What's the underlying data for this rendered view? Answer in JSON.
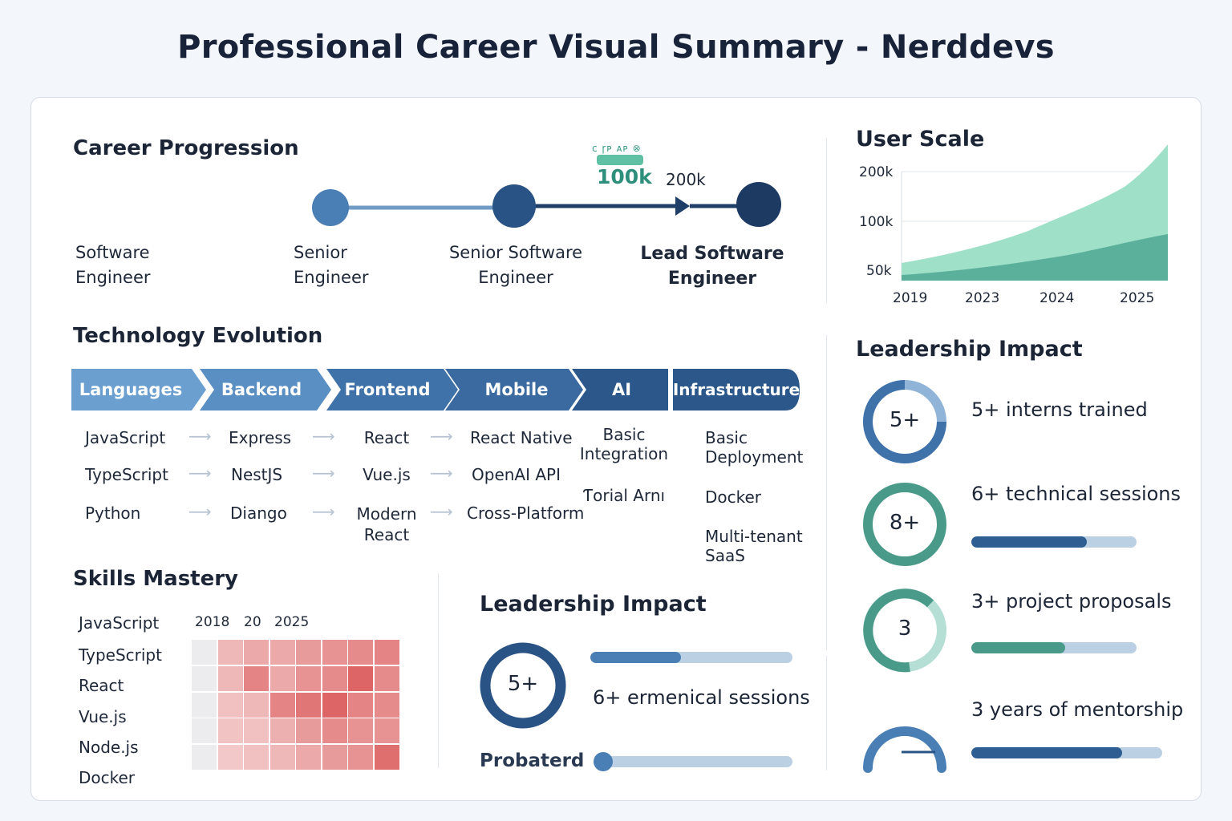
{
  "title": "Professional Career Visual Summary - Nerddevs",
  "career": {
    "heading": "Career Progression",
    "badge_text": "ϲ ɼᴘ ᴀᴘ ⊗",
    "milestone_value": "100k",
    "milestone_value_2": "200k",
    "roles": [
      {
        "line1": "Software",
        "line2": "Engineer"
      },
      {
        "line1": "Senior",
        "line2": "Engineer"
      },
      {
        "line1": "Senior Software",
        "line2": "Engineer"
      },
      {
        "line1": "Lead Software",
        "line2": "Engineer"
      }
    ]
  },
  "tech": {
    "heading": "Technology Evolution",
    "categories": [
      "Languages",
      "Backend",
      "Frontend",
      "Mobile",
      "AI",
      "Infrastructure"
    ],
    "languages": [
      "JavaScript",
      "TypeScript",
      "Python"
    ],
    "backend": [
      "Express",
      "NestJS",
      "Diango"
    ],
    "frontend": [
      "React",
      "Vue.js",
      "Modern React"
    ],
    "mobile": [
      "React Native",
      "OpenAI API",
      "Cross-Platform"
    ],
    "ai": [
      "Basic Integration",
      "Ƭorial Arnı"
    ],
    "infra": [
      "Basic Deployment",
      "Docker",
      "Multi-tenant SaaS"
    ]
  },
  "skills": {
    "heading": "Skills Mastery",
    "names": [
      "JavaScript",
      "TypeScript",
      "React",
      "Vue.js",
      "Node.js",
      "Docker"
    ],
    "years": [
      "2018",
      "20",
      "2025"
    ],
    "grid": [
      [
        0.05,
        0.25,
        0.35,
        0.35,
        0.45,
        0.5,
        0.55,
        0.6
      ],
      [
        0.05,
        0.25,
        0.6,
        0.35,
        0.5,
        0.55,
        0.8,
        0.55
      ],
      [
        0.08,
        0.2,
        0.25,
        0.6,
        0.7,
        0.8,
        0.6,
        0.55
      ],
      [
        0.06,
        0.18,
        0.2,
        0.3,
        0.45,
        0.55,
        0.5,
        0.5
      ],
      [
        0.05,
        0.15,
        0.2,
        0.25,
        0.35,
        0.45,
        0.5,
        0.75
      ]
    ]
  },
  "leadership_mid": {
    "heading": "Leadership Impact",
    "ring_value": "5+",
    "bar1_fill": 0.45,
    "sessions": "6+ ermenical sessions",
    "footer": "Probaterd",
    "bar2_fill": 0.05
  },
  "user_scale": {
    "heading": "User Scale",
    "y_ticks": [
      "200k",
      "100k",
      "50k"
    ],
    "x_ticks": [
      "2019",
      "2023",
      "2024",
      "2025"
    ]
  },
  "leadership_right": {
    "heading": "Leadership Impact",
    "items": [
      {
        "ring": "5+",
        "text": "5+ interns trained",
        "fill": 0.72
      },
      {
        "ring": "8+",
        "text": "6+ technical sessions",
        "fill": 0.7
      },
      {
        "ring": "3",
        "text": "3+ project proposals",
        "fill": 0.57
      },
      {
        "ring": "",
        "text": "3 years of mentorship",
        "fill": 0.79
      }
    ]
  },
  "colors": {
    "navy": "#1e3d66",
    "blue": "#3f72a8",
    "light_blue": "#b9cfe4",
    "teal": "#4a9a8a",
    "mint": "#8fdcc1"
  }
}
